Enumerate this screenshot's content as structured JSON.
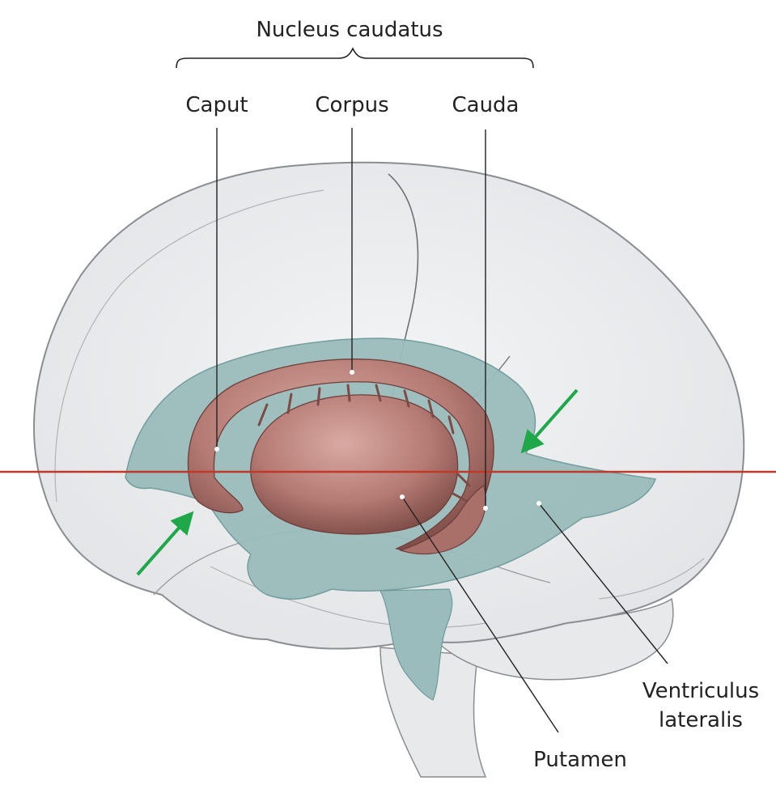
{
  "labels": {
    "group": "Nucleus caudatus",
    "caput": "Caput",
    "corpus": "Corpus",
    "cauda": "Cauda",
    "ventriculus_line1": "Ventriculus",
    "ventriculus_line2": "lateralis",
    "putamen": "Putamen"
  },
  "colors": {
    "brain_fill": "#eceef0",
    "brain_outline": "#8a8d91",
    "ventricle": "#9bbcbc",
    "nucleus": "#a9706a",
    "cut_line": "#c0392b",
    "arrow": "#1fa84a",
    "leader": "#222222"
  },
  "icons": [
    "arrow-icon"
  ]
}
